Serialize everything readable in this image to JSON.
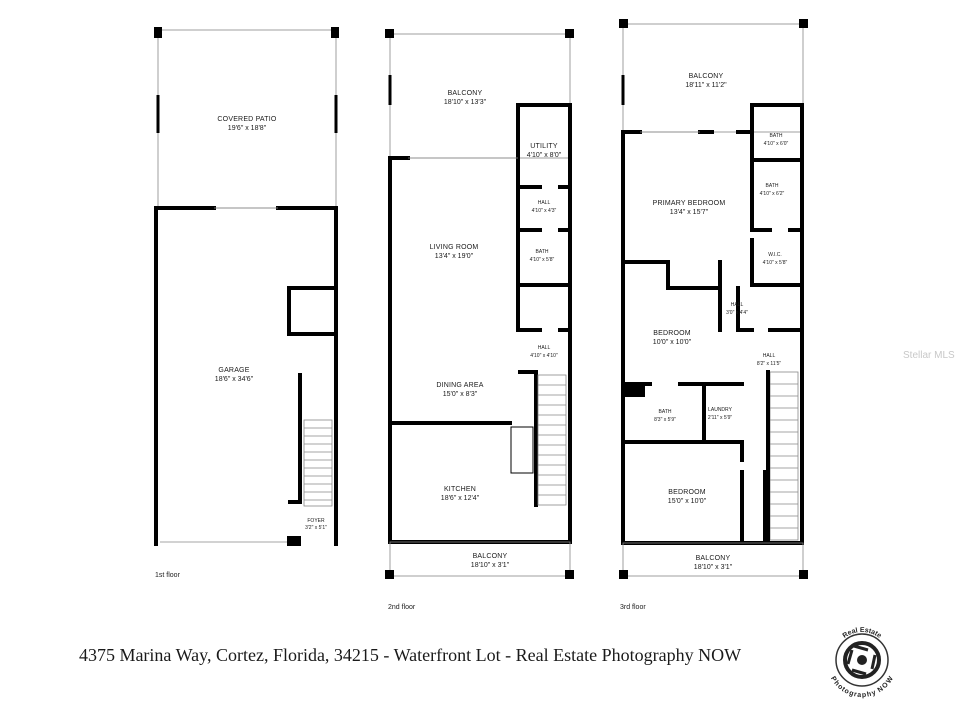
{
  "floors": [
    {
      "label": "1st floor",
      "rooms": [
        {
          "name": "COVERED PATIO",
          "dims": "19'6\" x 18'8\""
        },
        {
          "name": "GARAGE",
          "dims": "18'6\" x 34'6\""
        },
        {
          "name": "FOYER",
          "dims": "3'2\" x 5'1\""
        }
      ]
    },
    {
      "label": "2nd floor",
      "rooms": [
        {
          "name": "BALCONY",
          "dims": "18'10\" x 13'3\""
        },
        {
          "name": "UTILITY",
          "dims": "4'10\" x 8'0\""
        },
        {
          "name": "HALL",
          "dims": "4'10\" x 4'3\""
        },
        {
          "name": "LIVING ROOM",
          "dims": "13'4\" x 19'0\""
        },
        {
          "name": "BATH",
          "dims": "4'10\" x 5'8\""
        },
        {
          "name": "HALL",
          "dims": "4'10\" x 4'10\""
        },
        {
          "name": "DINING AREA",
          "dims": "15'0\" x 8'3\""
        },
        {
          "name": "KITCHEN",
          "dims": "18'6\" x 12'4\""
        },
        {
          "name": "BALCONY",
          "dims": "18'10\" x 3'1\""
        }
      ]
    },
    {
      "label": "3rd floor",
      "rooms": [
        {
          "name": "BALCONY",
          "dims": "18'11\" x 11'2\""
        },
        {
          "name": "BATH",
          "dims": "4'10\" x 6'0\""
        },
        {
          "name": "BATH",
          "dims": "4'10\" x 6'2\""
        },
        {
          "name": "PRIMARY BEDROOM",
          "dims": "13'4\" x 15'7\""
        },
        {
          "name": "W.I.C.",
          "dims": "4'10\" x 5'8\""
        },
        {
          "name": "HALL",
          "dims": "3'0\" x 4'4\""
        },
        {
          "name": "BEDROOM",
          "dims": "10'0\" x 10'0\""
        },
        {
          "name": "HALL",
          "dims": "8'2\" x 11'5\""
        },
        {
          "name": "BATH",
          "dims": "8'3\" x 5'9\""
        },
        {
          "name": "LAUNDRY",
          "dims": "2'11\" x 5'9\""
        },
        {
          "name": "BEDROOM",
          "dims": "15'0\" x 10'0\""
        },
        {
          "name": "BALCONY",
          "dims": "18'10\" x 3'1\""
        }
      ]
    }
  ],
  "footer": {
    "caption": "4375 Marina Way, Cortez, Florida, 34215 - Waterfront Lot - Real Estate Photography NOW"
  },
  "watermark": {
    "text": "Stellar MLS"
  },
  "logo": {
    "icon": "camera-aperture-icon",
    "top_text": "Real Estate",
    "bottom_text": "Photography NOW"
  },
  "colors": {
    "wall": "#000000",
    "line": "#888888",
    "text": "#1a1a1a"
  }
}
